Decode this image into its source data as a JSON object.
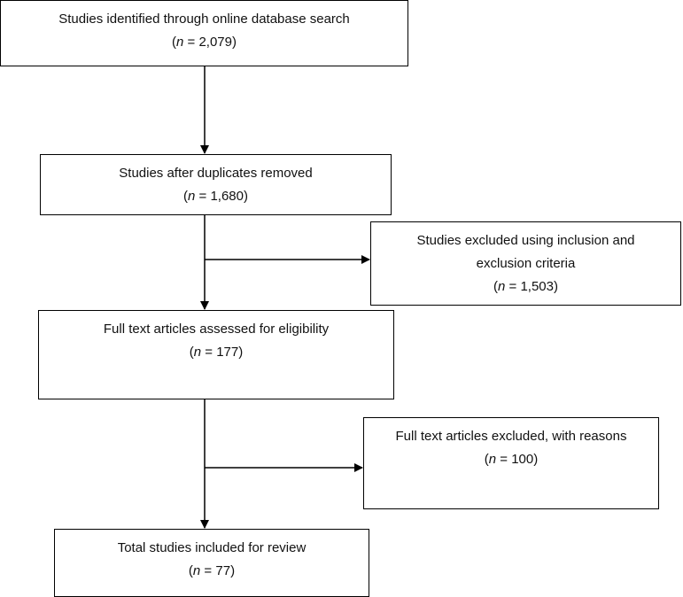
{
  "boxes": [
    {
      "label": "Studies identified through online database search",
      "count": "2,079"
    },
    {
      "label": "Studies after duplicates removed",
      "count": "1,680"
    },
    {
      "label_line1": "Studies excluded using inclusion and",
      "label_line2": "exclusion criteria",
      "count": "1,503"
    },
    {
      "label": "Full text articles assessed for eligibility",
      "count": "177"
    },
    {
      "label": "Full text articles excluded, with reasons",
      "count": "100"
    },
    {
      "label": "Total studies included for review",
      "count": "77"
    }
  ],
  "count_var": "n",
  "count_eq": " = "
}
